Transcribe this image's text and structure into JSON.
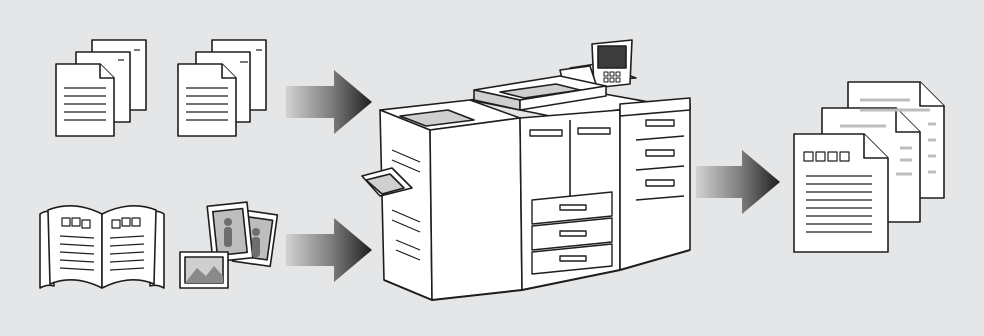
{
  "colors": {
    "background": "#e5e6e7",
    "paper": "#ffffff",
    "stroke": "#1e1e1e",
    "arrow_dark": "#1e1e1e",
    "arrow_light": "#d2d2d2",
    "photo_fill": "#bdbdbd",
    "machine_body": "#ffffff",
    "machine_shade": "#cfcfcf",
    "screen": "#3c3c3c"
  },
  "diagram": {
    "inputs": [
      {
        "name": "single-sided-originals",
        "icon": "stacked-pages-icon"
      },
      {
        "name": "double-sided-originals",
        "icon": "stacked-pages-icon"
      },
      {
        "name": "bound-originals",
        "icon": "open-book-icon"
      },
      {
        "name": "photo-originals",
        "icon": "photos-icon"
      }
    ],
    "device": {
      "icon": "copier-machine-icon"
    },
    "output": {
      "icon": "output-documents-icon"
    }
  }
}
